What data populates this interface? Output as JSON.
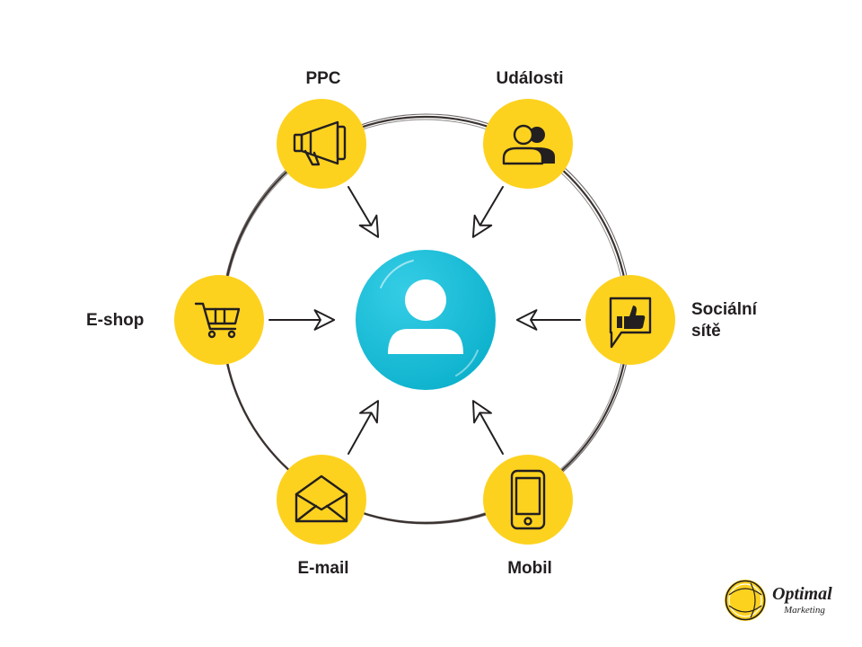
{
  "diagram": {
    "center_node": {
      "icon": "user-icon"
    },
    "nodes": [
      {
        "id": "ppc",
        "label": "PPC",
        "icon": "megaphone-icon"
      },
      {
        "id": "udalosti",
        "label": "Události",
        "icon": "people-icon"
      },
      {
        "id": "social",
        "label": "Sociální sítě",
        "icon": "thumbs-up-icon"
      },
      {
        "id": "mobil",
        "label": "Mobil",
        "icon": "phone-icon"
      },
      {
        "id": "email",
        "label": "E-mail",
        "icon": "envelope-icon"
      },
      {
        "id": "eshop",
        "label": "E-shop",
        "icon": "cart-icon"
      }
    ]
  },
  "logo": {
    "line1": "Optimal",
    "line2": "Marketing"
  },
  "colors": {
    "node_fill": "#fdd21f",
    "center_fill": "#10b8d4",
    "ink": "#231f20",
    "ring": "#3a3331",
    "background": "#ffffff"
  }
}
